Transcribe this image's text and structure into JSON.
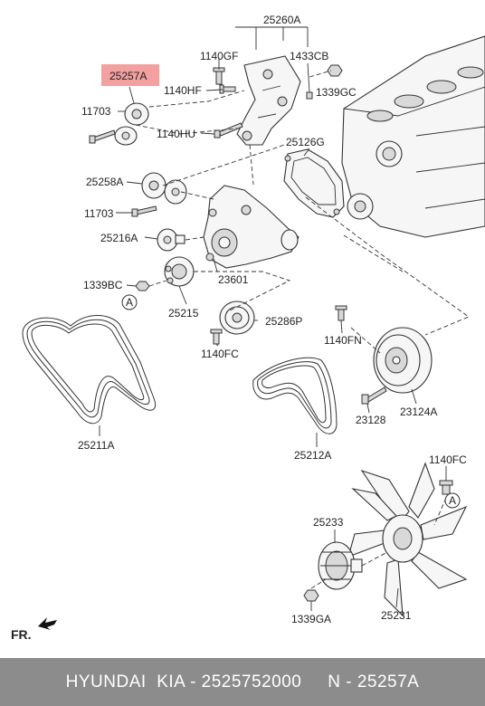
{
  "labels": {
    "l25260A": "25260A",
    "l25257A": "25257A",
    "l1140GF": "1140GF",
    "l1433CB": "1433CB",
    "l1339GC": "1339GC",
    "l1140HF": "1140HF",
    "l11703a": "11703",
    "l1140HU": "1140HU",
    "l25126G": "25126G",
    "l25258A": "25258A",
    "l11703b": "11703",
    "l25216A": "25216A",
    "l1339BC": "1339BC",
    "lA1": "A",
    "l23601": "23601",
    "l25215": "25215",
    "l25286P": "25286P",
    "l1140FC": "1140FC",
    "l1140FN": "1140FN",
    "l23128": "23128",
    "l23124A": "23124A",
    "l25211A": "25211A",
    "l25212A": "25212A",
    "l1140FC2": "1140FC",
    "lA2": "A",
    "l25233": "25233",
    "l25231": "25231",
    "l1339GA": "1339GA",
    "lFR": "FR."
  },
  "highlight_color": "#f2a0a0",
  "footer": {
    "text": "HYUNDAI  KIA - 2525752000     N - 25257A"
  }
}
